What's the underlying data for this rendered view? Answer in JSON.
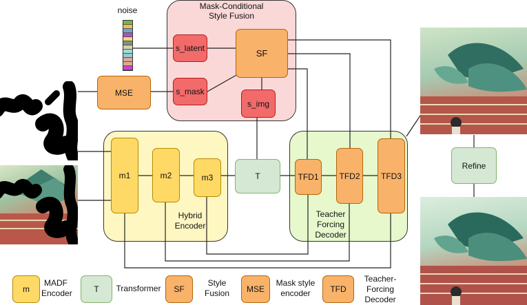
{
  "noise_label": "noise",
  "noise_colors": [
    "#7fb24c",
    "#f0c040",
    "#66aadd",
    "#c04ac0",
    "#e6e070",
    "#8a8a8a",
    "#cfd8a0",
    "#a0d8e8",
    "#8fd0c8",
    "#e8a0a0",
    "#d4b483",
    "#d040d0"
  ],
  "style_fusion": {
    "title_line1": "Mask-Conditional",
    "title_line2": "Style Fusion",
    "s_latent": "s_latent",
    "s_mask": "s_mask",
    "s_img": "s_img",
    "sf": "SF"
  },
  "mse": "MSE",
  "encoder": {
    "m1": "m1",
    "m2": "m2",
    "m3": "m3",
    "label_line1": "Hybrid",
    "label_line2": "Encoder"
  },
  "transformer": "T",
  "decoder": {
    "tfd1": "TFD1",
    "tfd2": "TFD2",
    "tfd3": "TFD3",
    "label_line1": "Teacher",
    "label_line2": "Forcing",
    "label_line3": "Decoder"
  },
  "refine": "Refine",
  "legend": {
    "m_key": "m",
    "m_desc_1": "MADF",
    "m_desc_2": "Encoder",
    "t_key": "T",
    "t_desc": "Transformer",
    "sf_key": "SF",
    "sf_desc_1": "Style",
    "sf_desc_2": "Fusion",
    "mse_key": "MSE",
    "mse_desc_1": "Mask style",
    "mse_desc_2": "encoder",
    "tfd_key": "TFD",
    "tfd_desc_1": "Teacher-",
    "tfd_desc_2": "Forcing",
    "tfd_desc_3": "Decoder"
  },
  "colors": {
    "encoder_group": "#fff7c2",
    "decoder_group": "#e6f8cc",
    "fusion_group": "#fbd8d8",
    "madf": "#ffd966",
    "transformer": "#d5e8d4",
    "style_fusion": "#f8b26a",
    "mask_parts": "#f26a6a"
  }
}
